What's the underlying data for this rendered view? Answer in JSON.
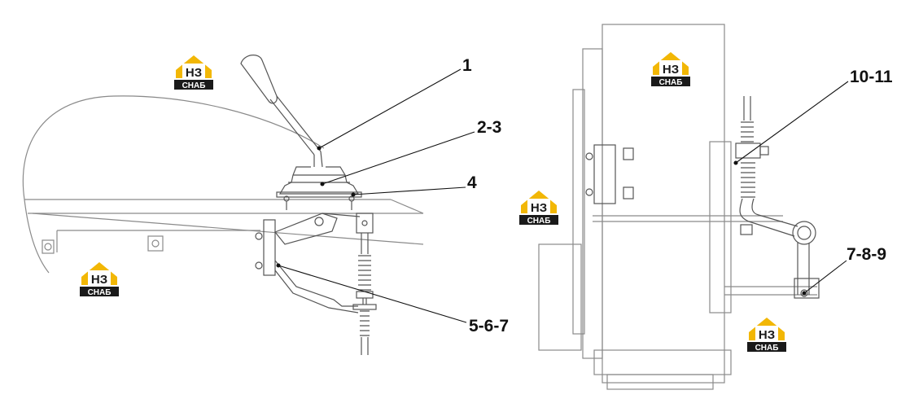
{
  "callouts": {
    "c1": "1",
    "c2": "2-3",
    "c3": "4",
    "c4": "5-6-7",
    "c5": "10-11",
    "c6": "7-8-9"
  },
  "watermark": {
    "mark_text": "НЗ",
    "caption_text": "СНАБ",
    "accent_color": "#f2b705",
    "dark_color": "#1a1a1a"
  },
  "colors": {
    "drawing_line": "#555555",
    "drawing_light": "#9a9a9a",
    "leader_line": "#111111",
    "background": "#ffffff"
  }
}
